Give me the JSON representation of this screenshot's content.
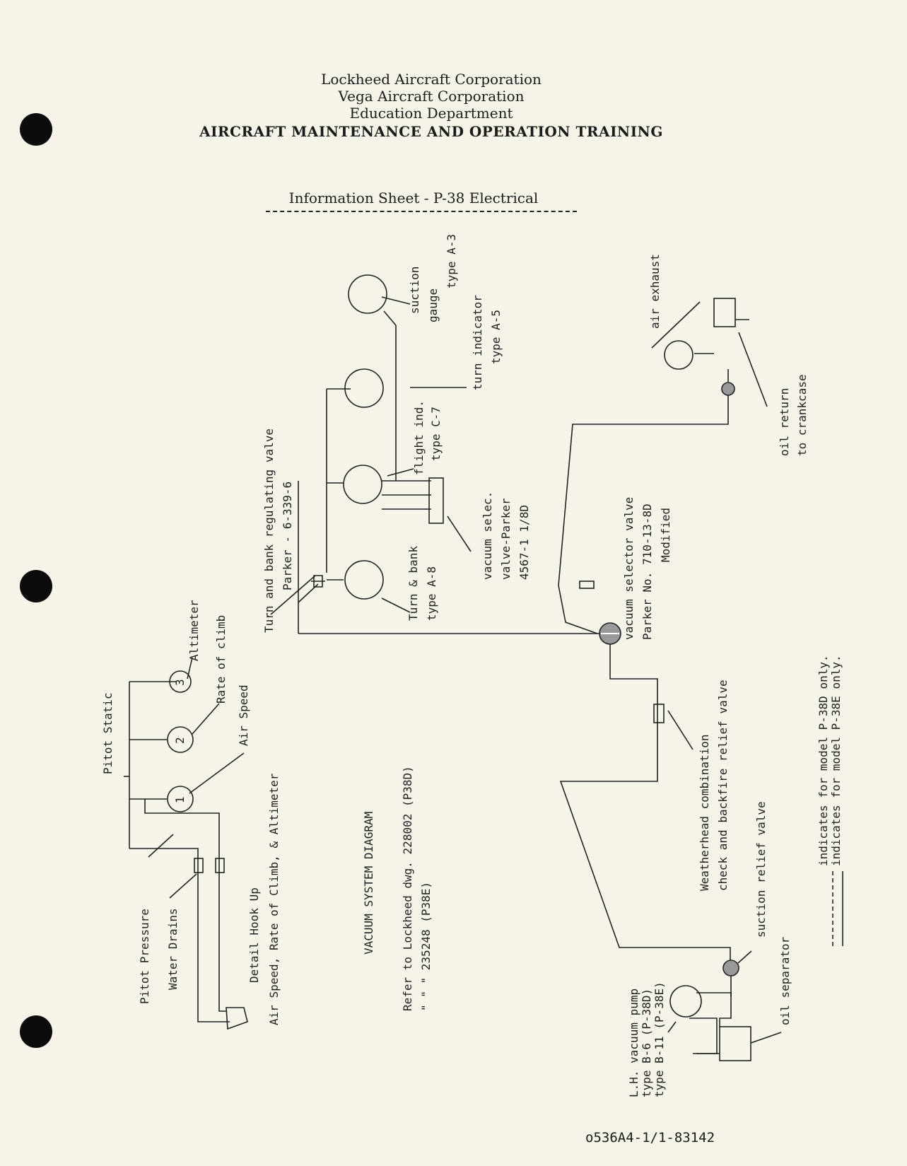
{
  "header": {
    "line1": "Lockheed Aircraft Corporation",
    "line2": "Vega Aircraft Corporation",
    "line3": "Education Department",
    "line4": "AIRCRAFT MAINTENANCE AND OPERATION TRAINING"
  },
  "sheet_title": "Information Sheet - P-38 Electrical",
  "diagram": {
    "title": "VACUUM SYSTEM DIAGRAM",
    "reference_line1": "Refer to Lockheed dwg. 228002 (P38D)",
    "reference_line2": "\"        \"       \"     235248 (P38E)",
    "detail_title": "Detail Hook Up",
    "detail_subtitle": "Air Speed, Rate of Climb, & Altimeter",
    "labels": {
      "pitot_static": "Pitot Static",
      "pitot_pressure": "Pitot Pressure",
      "water_drains": "Water Drains",
      "altimeter": "Altimeter",
      "rate_of_climb": "Rate of climb",
      "air_speed": "Air Speed",
      "inst_1": "1",
      "inst_2": "2",
      "inst_3": "3",
      "tb_valve_1": "Turn and bank regulating valve",
      "tb_valve_2": "Parker - 6-339-6",
      "turn_bank_1": "Turn & bank",
      "turn_bank_2": "type A-8",
      "flight_ind_1": "flight ind.",
      "flight_ind_2": "type C-7",
      "suction_gauge_1": "suction",
      "suction_gauge_2": "gauge",
      "suction_gauge_3": "type A-3",
      "turn_ind_1": "turn indicator",
      "turn_ind_2": "type A-5",
      "vac_selec_1": "vacuum selec.",
      "vac_selec_2": "valve-Parker",
      "vac_selec_3": "4567-1 1/8D",
      "vsv_1": "vacuum selector valve",
      "vsv_2": "Parker No. 710-13-8D",
      "vsv_3": "Modified",
      "air_exhaust": "air exhaust",
      "oil_return_1": "oil return",
      "oil_return_2": "to crankcase",
      "weatherhead_1": "Weatherhead combination",
      "weatherhead_2": "check and backfire relief valve",
      "suction_relief": "suction relief valve",
      "oil_separator": "oil separator",
      "pump_1": "L.H. vacuum pump",
      "pump_2": "type B-6  (P-38D)",
      "pump_3": "type B-11 (P-38E)",
      "legend_dashed": "indicates for model P-38D only.",
      "legend_solid": "indicates for model P-38E only."
    }
  },
  "footer": "o536A4-1/1-83142"
}
